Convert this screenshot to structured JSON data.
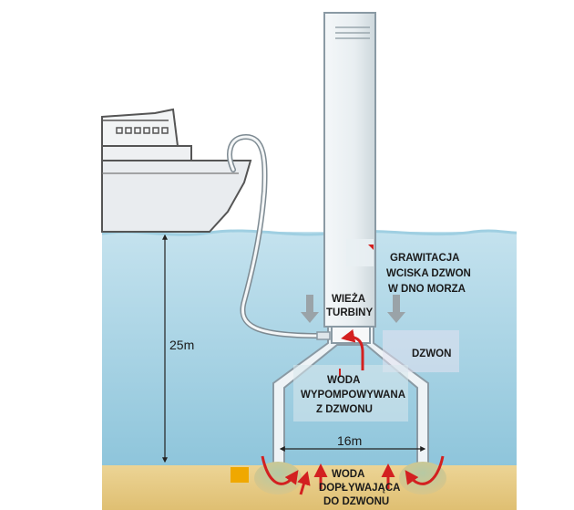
{
  "labels": {
    "depth": "25m",
    "width": "16m",
    "gravity": [
      "GRAWITACJA",
      "WCISKA  DZWON",
      "W DNO MORZA"
    ],
    "tower": [
      "WIEŻA",
      "TURBINY"
    ],
    "bell": "DZWON",
    "water_out": [
      "WODA",
      "WYPOMPOWYWANA",
      "Z DZWONU"
    ],
    "water_in": [
      "WODA",
      "DOPŁYWAJĄCA",
      "DO DZWONU"
    ]
  },
  "colors": {
    "sea_top": "#b9dce9",
    "sea_bottom": "#8fc6dc",
    "seabed": "#e6c984",
    "structure_fill": "#e9f1f5",
    "structure_stroke": "#8a9aa4",
    "ship": "#e8ebee",
    "arrow_red": "#d32020",
    "arrow_grey": "#9aa3a8",
    "accent_block": "#f0a800"
  }
}
